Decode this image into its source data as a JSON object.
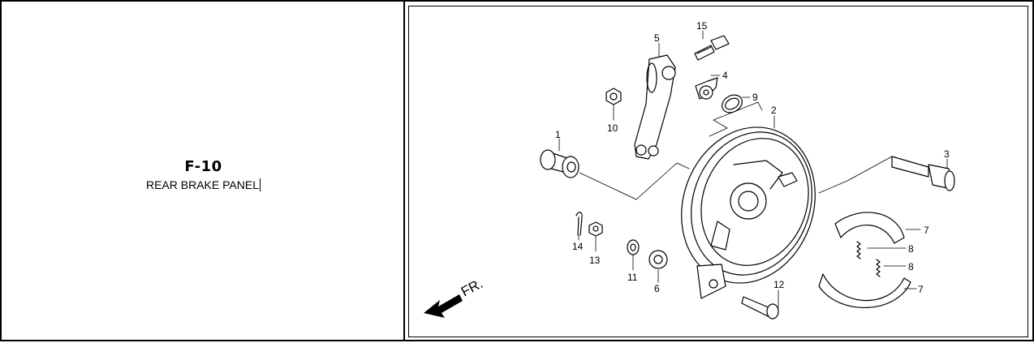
{
  "section": {
    "code": "F-10",
    "title": "REAR BRAKE PANEL"
  },
  "diagram": {
    "direction_label": "FR.",
    "callouts": [
      "1",
      "2",
      "3",
      "4",
      "5",
      "6",
      "7",
      "7",
      "8",
      "8",
      "9",
      "10",
      "11",
      "12",
      "13",
      "14",
      "15"
    ]
  }
}
